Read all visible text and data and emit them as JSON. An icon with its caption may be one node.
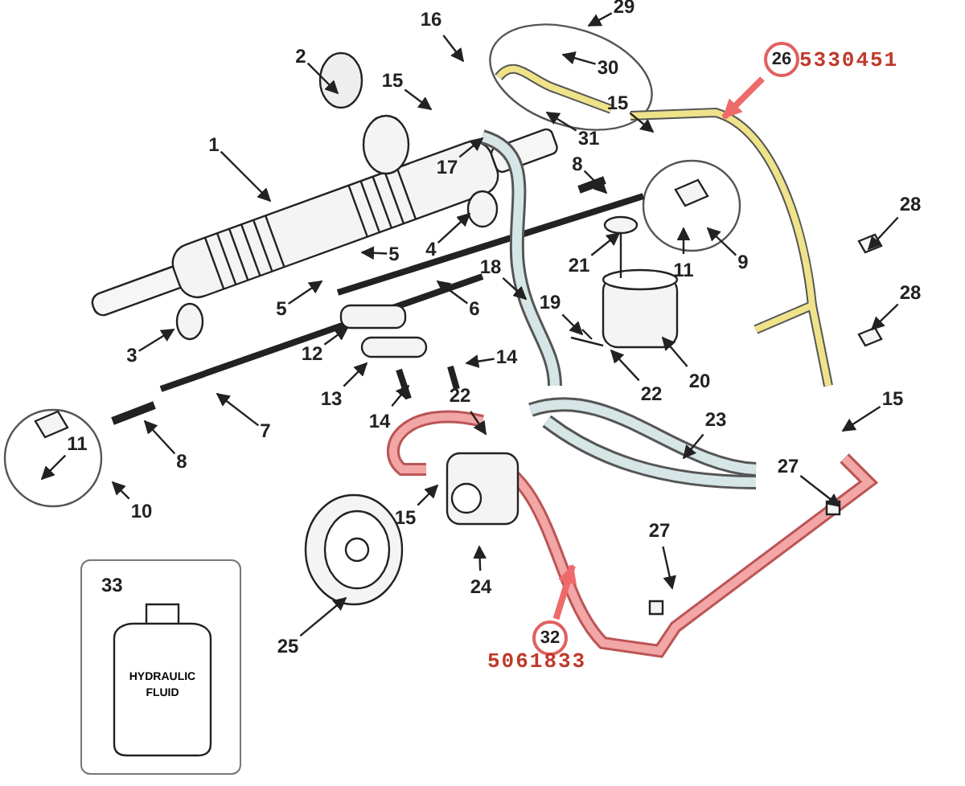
{
  "diagram": {
    "nodes": [
      {
        "text": [
          "16"
        ]
      },
      {
        "text": [
          "29"
        ]
      },
      {
        "text": [
          "2"
        ]
      },
      {
        "text": [
          "15"
        ]
      },
      {
        "text": [
          "30"
        ]
      },
      {
        "text": [
          "26"
        ],
        "beside": [
          "5330451"
        ]
      },
      {
        "text": [
          "17"
        ]
      },
      {
        "text": [
          "15"
        ]
      },
      {
        "text": [
          "31"
        ]
      },
      {
        "text": [
          "1"
        ]
      },
      {
        "text": [
          "8"
        ]
      },
      {
        "text": [
          "28"
        ]
      },
      {
        "text": [
          "4"
        ]
      },
      {
        "text": [
          "5"
        ]
      },
      {
        "text": [
          "21"
        ]
      },
      {
        "text": [
          "11"
        ]
      },
      {
        "text": [
          "9"
        ]
      },
      {
        "text": [
          "18"
        ]
      },
      {
        "text": [
          "5"
        ]
      },
      {
        "text": [
          "6"
        ]
      },
      {
        "text": [
          "19"
        ]
      },
      {
        "text": [
          "28"
        ]
      },
      {
        "text": [
          "3"
        ]
      },
      {
        "text": [
          "14"
        ]
      },
      {
        "text": [
          "12"
        ]
      },
      {
        "text": [
          "22"
        ]
      },
      {
        "text": [
          "20"
        ]
      },
      {
        "text": [
          "13"
        ]
      },
      {
        "text": [
          "14"
        ]
      },
      {
        "text": [
          "22"
        ]
      },
      {
        "text": [
          "15"
        ]
      },
      {
        "text": [
          "23"
        ]
      },
      {
        "text": [
          "7"
        ]
      },
      {
        "text": [
          "11"
        ]
      },
      {
        "text": [
          "8"
        ]
      },
      {
        "text": [
          "27"
        ]
      },
      {
        "text": [
          "10"
        ]
      },
      {
        "text": [
          "15"
        ]
      },
      {
        "text": [
          "33"
        ]
      },
      {
        "text": [
          "HYDRAULIC FLUID"
        ],
        "in": 38
      },
      {
        "text": [
          "24"
        ]
      },
      {
        "text": [
          "27"
        ]
      },
      {
        "text": [
          "32"
        ],
        "beside": [
          "5061833"
        ]
      },
      {
        "text": [
          "25"
        ]
      }
    ],
    "edges": [
      {
        "from": 0,
        "to": null,
        "arrow": "to"
      },
      {
        "from": 1,
        "to": null,
        "arrow": "to"
      },
      {
        "from": 2,
        "to": null,
        "arrow": "to"
      },
      {
        "from": 3,
        "to": null,
        "arrow": "to"
      },
      {
        "from": 4,
        "to": null,
        "arrow": "to"
      },
      {
        "from": 5,
        "to": null,
        "arrow": "to",
        "style": "thick",
        "color": "#ee6a6a"
      },
      {
        "from": 6,
        "to": null,
        "arrow": "to"
      },
      {
        "from": 7,
        "to": null,
        "arrow": "to"
      },
      {
        "from": 8,
        "to": null,
        "arrow": "to"
      },
      {
        "from": 9,
        "to": null,
        "arrow": "to"
      },
      {
        "from": 10,
        "to": null,
        "arrow": "to"
      },
      {
        "from": 11,
        "to": null,
        "arrow": "to"
      },
      {
        "from": 12,
        "to": null,
        "arrow": "to"
      },
      {
        "from": 13,
        "to": null,
        "arrow": "to"
      },
      {
        "from": 14,
        "to": null,
        "arrow": "to"
      },
      {
        "from": 15,
        "to": null,
        "arrow": "to"
      },
      {
        "from": 16,
        "to": null,
        "arrow": "to"
      },
      {
        "from": 17,
        "to": null,
        "arrow": "to"
      },
      {
        "from": 18,
        "to": null,
        "arrow": "to"
      },
      {
        "from": 19,
        "to": null,
        "arrow": "to"
      },
      {
        "from": 20,
        "to": null,
        "arrow": "to"
      },
      {
        "from": 21,
        "to": null,
        "arrow": "to"
      },
      {
        "from": 22,
        "to": null,
        "arrow": "to"
      },
      {
        "from": 23,
        "to": null,
        "arrow": "to"
      },
      {
        "from": 24,
        "to": null,
        "arrow": "to"
      },
      {
        "from": 25,
        "to": null,
        "arrow": "to"
      },
      {
        "from": 26,
        "to": null,
        "arrow": "to"
      },
      {
        "from": 27,
        "to": null,
        "arrow": "to"
      },
      {
        "from": 28,
        "to": null,
        "arrow": "to"
      },
      {
        "from": 29,
        "to": null,
        "arrow": "to"
      },
      {
        "from": 30,
        "to": null,
        "arrow": "to"
      },
      {
        "from": 31,
        "to": null,
        "arrow": "to"
      },
      {
        "from": 32,
        "to": null,
        "arrow": "to"
      },
      {
        "from": 33,
        "to": null,
        "arrow": "to"
      },
      {
        "from": 34,
        "to": null,
        "arrow": "to"
      },
      {
        "from": 35,
        "to": null,
        "arrow": "to"
      },
      {
        "from": 36,
        "to": null,
        "arrow": "to"
      },
      {
        "from": 37,
        "to": null,
        "arrow": "to"
      },
      {
        "from": 40,
        "to": null,
        "arrow": "to"
      },
      {
        "from": 41,
        "to": null,
        "arrow": "to"
      },
      {
        "from": 42,
        "to": null,
        "arrow": "to",
        "style": "thick",
        "color": "#ee6a6a"
      },
      {
        "from": 43,
        "to": null,
        "arrow": "to"
      }
    ]
  }
}
